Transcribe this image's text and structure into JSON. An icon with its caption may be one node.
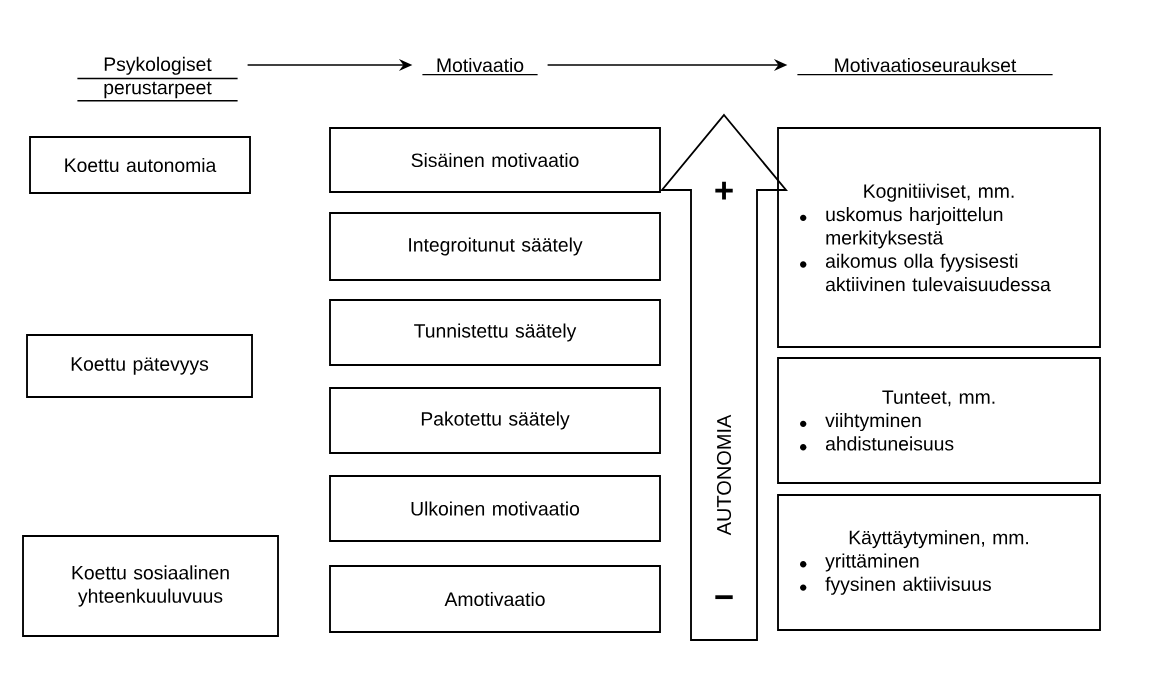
{
  "diagram": {
    "nodes": [
      {
        "text": [
          "Psykologiset perustarpeet"
        ]
      },
      {
        "text": [
          "Motivaatio"
        ]
      },
      {
        "text": [
          "Motivaatioseuraukset"
        ]
      },
      {
        "text": [
          "Koettu autonomia"
        ]
      },
      {
        "text": [
          "Koettu pätevyys"
        ]
      },
      {
        "text": [
          "Koettu sosiaalinen yhteenkuuluvuus"
        ]
      },
      {
        "text": [
          "Sisäinen motivaatio"
        ]
      },
      {
        "text": [
          "Integroitunut säätely"
        ]
      },
      {
        "text": [
          "Tunnistettu säätely"
        ]
      },
      {
        "text": [
          "Pakotettu säätely"
        ]
      },
      {
        "text": [
          "Ulkoinen motivaatio"
        ]
      },
      {
        "text": [
          "Amotivaatio"
        ]
      },
      {
        "text": [
          "+",
          "AUTONOMIA",
          "−"
        ]
      },
      {
        "text": [
          "Kognitiiviset, mm.",
          "uskomus harjoittelun merkityksestä",
          "aikomus olla fyysisesti aktiivinen tulevaisuudessa"
        ]
      },
      {
        "text": [
          "Tunteet, mm.",
          "viihtyminen",
          "ahdistuneisuus"
        ]
      },
      {
        "text": [
          "Käyttäytyminen, mm.",
          "yrittäminen",
          "fyysinen aktiivisuus"
        ]
      }
    ],
    "edges": [
      {
        "from": 0,
        "to": 1,
        "arrow": "to"
      },
      {
        "from": 1,
        "to": 2,
        "arrow": "to"
      }
    ]
  }
}
